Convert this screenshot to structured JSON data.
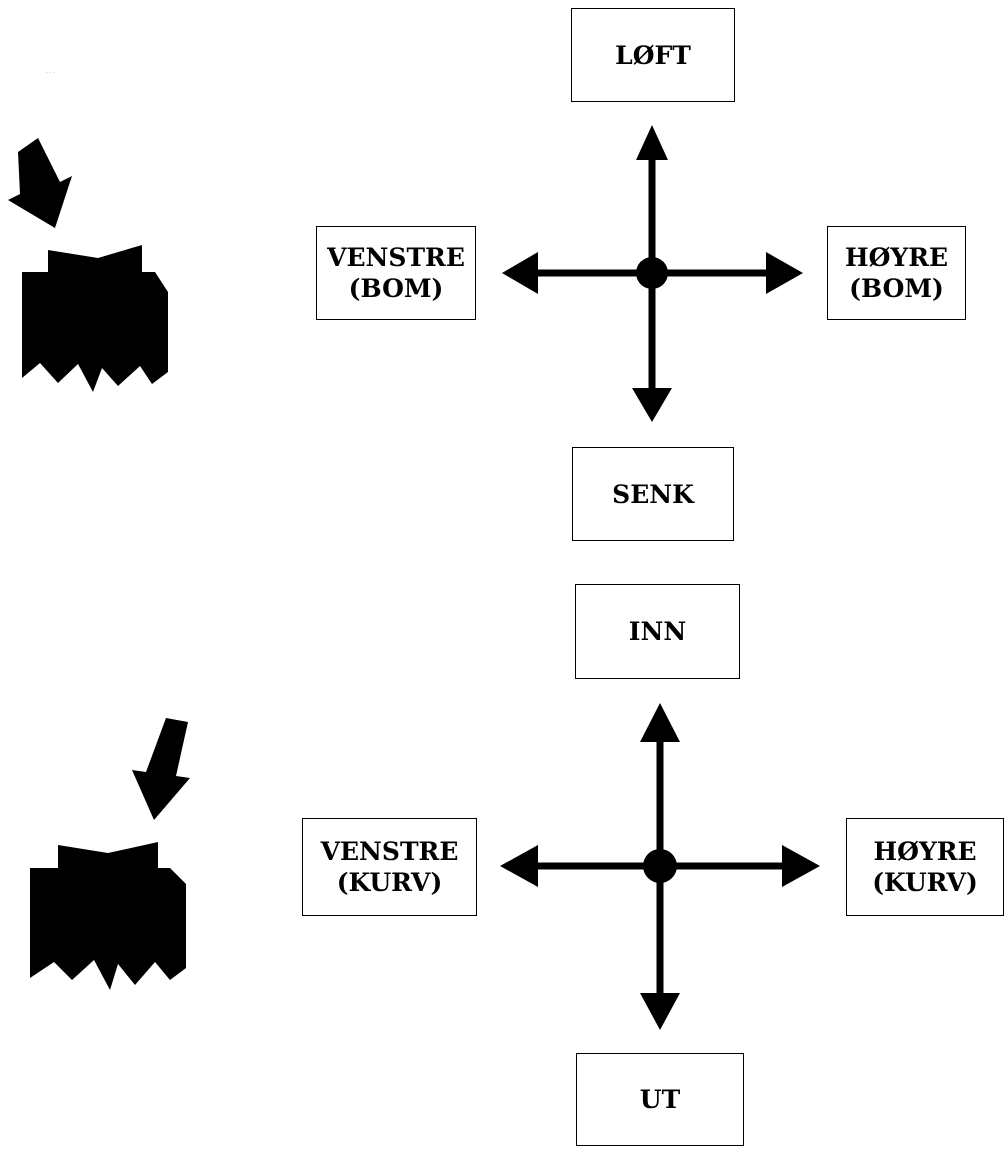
{
  "colors": {
    "ink": "#000000",
    "background": "#ffffff"
  },
  "icons": [
    "down-arrow-icon",
    "joystick-lever-icon",
    "crosshair-arrows-icon"
  ],
  "panels": [
    {
      "id": "boom",
      "joystick_icon": "joystick-lever-icon",
      "labels": {
        "up": [
          "LØFT"
        ],
        "down": [
          "SENK"
        ],
        "left": [
          "VENSTRE",
          "(BOM)"
        ],
        "right": [
          "HØYRE",
          "(BOM)"
        ]
      }
    },
    {
      "id": "basket",
      "joystick_icon": "joystick-lever-icon",
      "labels": {
        "up": [
          "INN"
        ],
        "down": [
          "UT"
        ],
        "left": [
          "VENSTRE",
          "(KURV)"
        ],
        "right": [
          "HØYRE",
          "(KURV)"
        ]
      }
    }
  ]
}
